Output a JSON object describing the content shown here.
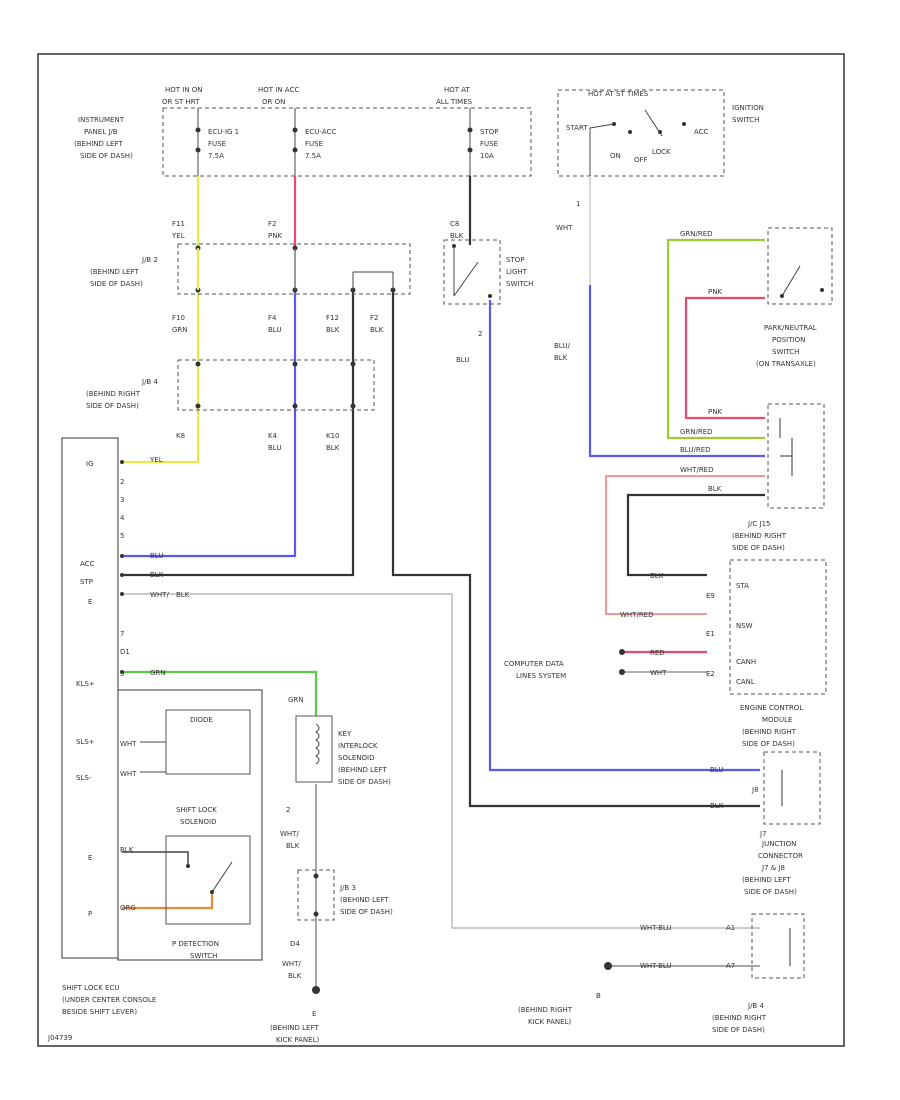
{
  "colors": {
    "yellow": "#e8e84a",
    "pink": "#e84a6a",
    "blue": "#5a5af0",
    "black": "#333333",
    "white": "#c8c8c8",
    "green": "#55cc44",
    "light_green": "#99cc33",
    "red_white": "#ee7777",
    "orange": "#ee8833",
    "border": "#333333"
  },
  "headers": {
    "hot_ign": "HOT IN ON",
    "hot_ign_sub": "OR ST  HRT",
    "hot_acc": "HOT IN ACC",
    "hot_acc_sub": "OR ON",
    "hot_at": "HOT AT",
    "hot_at_sub": "ALL TIMES",
    "hot_st": "HOT AT ST TIMES"
  },
  "fuses": {
    "f1_name": "ECU-IG 1",
    "f1_sub": "FUSE",
    "f1_amp": "7.5A",
    "f2_name": "ECU-ACC",
    "f2_sub": "FUSE",
    "f2_amp": "7.5A",
    "f3_name": "STOP",
    "f3_sub": "FUSE",
    "f3_amp": "10A"
  },
  "labels": {
    "ipjb": [
      "INSTRUMENT",
      "PANEL J/B",
      "(BEHIND LEFT",
      "SIDE OF DASH)"
    ],
    "jb2": [
      "J/B 2",
      "(BEHIND LEFT",
      "SIDE OF DASH)"
    ],
    "jb4": [
      "J/B 4",
      "(BEHIND RIGHT",
      "SIDE OF DASH)"
    ],
    "ign_switch": [
      "IGNITION",
      "SWITCH"
    ],
    "ign_pos": {
      "start": "START",
      "on": "ON",
      "off": "OFF",
      "lock": "LOCK",
      "acc": "ACC"
    },
    "stop_switch": [
      "STOP",
      "LIGHT",
      "SWITCH"
    ],
    "pn_switch": [
      "PARK/NEUTRAL",
      "POSITION",
      "SWITCH",
      "(ON TRANSAXLE)"
    ],
    "jc_jc": [
      "J/C J15",
      "(BEHIND RIGHT",
      "SIDE OF DASH)"
    ],
    "ecm": [
      "ENGINE CONTROL",
      "MODULE",
      "(BEHIND RIGHT",
      "SIDE OF DASH)"
    ],
    "junction": [
      "JUNCTION",
      "CONNECTOR",
      "J7 & J8",
      "(BEHIND LEFT",
      "SIDE OF DASH)"
    ],
    "jb4b": [
      "J/B 4",
      "(BEHIND RIGHT",
      "SIDE OF DASH)"
    ],
    "ground_ra": [
      "(BEHIND RIGHT",
      "KICK PANEL)"
    ],
    "ground_la": [
      "(BEHIND LEFT",
      "KICK PANEL)"
    ],
    "jb3": [
      "J/B 3",
      "(BEHIND LEFT",
      "SIDE OF DASH)"
    ],
    "key_sol": [
      "KEY",
      "INTERLOCK",
      "SOLENOID",
      "(BEHIND LEFT",
      "SIDE OF DASH)"
    ],
    "shift_sol": [
      "SHIFT LOCK",
      "SOLENOID"
    ],
    "p_switch": [
      "P DETECTION",
      "SWITCH"
    ],
    "ecu": [
      "SHIFT LOCK ECU",
      "(UNDER CENTER CONSOLE",
      "BESIDE SHIFT LEVER)"
    ],
    "comp_data": [
      "COMPUTER DATA",
      "LINES SYSTEM"
    ],
    "figure_id": "J04739",
    "diode": "DIODE",
    "ground_b": "B",
    "ground_e": "E"
  },
  "ecu_pins": [
    "IG",
    "2",
    "3",
    "4",
    "5",
    "ACC",
    "STP",
    "E",
    "7",
    "D1",
    "KLS+",
    "SLS+",
    "SLS-",
    "E",
    "P"
  ],
  "ecm_pins": [
    "STA",
    "NSW",
    "CANH",
    "CANL"
  ],
  "wire_labels": {
    "yel": "YEL",
    "pnk": "PNK",
    "blk": "BLK",
    "grn": "GRN",
    "blu": "BLU",
    "wht": "WHT",
    "blu_blk": [
      "BLU/",
      "BLK"
    ],
    "wht_blu": "WHT-BLU",
    "grn_red": "GRN/RED",
    "pnk2": "PNK",
    "blu_red": "BLU/RED",
    "wht_red": "WHT/RED",
    "red": "RED",
    "wht2": "WHT",
    "org": "ORG",
    "wht_blk": [
      "WHT/",
      "BLK"
    ]
  },
  "connector_ids": {
    "f11": "F11",
    "f2": "F2",
    "c8": "C8",
    "f10": "F10",
    "f4": "F4",
    "f12": "F12",
    "f2b": "F2",
    "k8": "K8",
    "k4": "K4",
    "k10": "K10",
    "a1": "A1",
    "a7": "A7",
    "j8": "J8",
    "j7": "J7",
    "d4": "D4",
    "e9": "E9",
    "e1": "E1",
    "e2": "E2",
    "pin1": "1",
    "pin2": "2",
    "pin5": "5"
  }
}
